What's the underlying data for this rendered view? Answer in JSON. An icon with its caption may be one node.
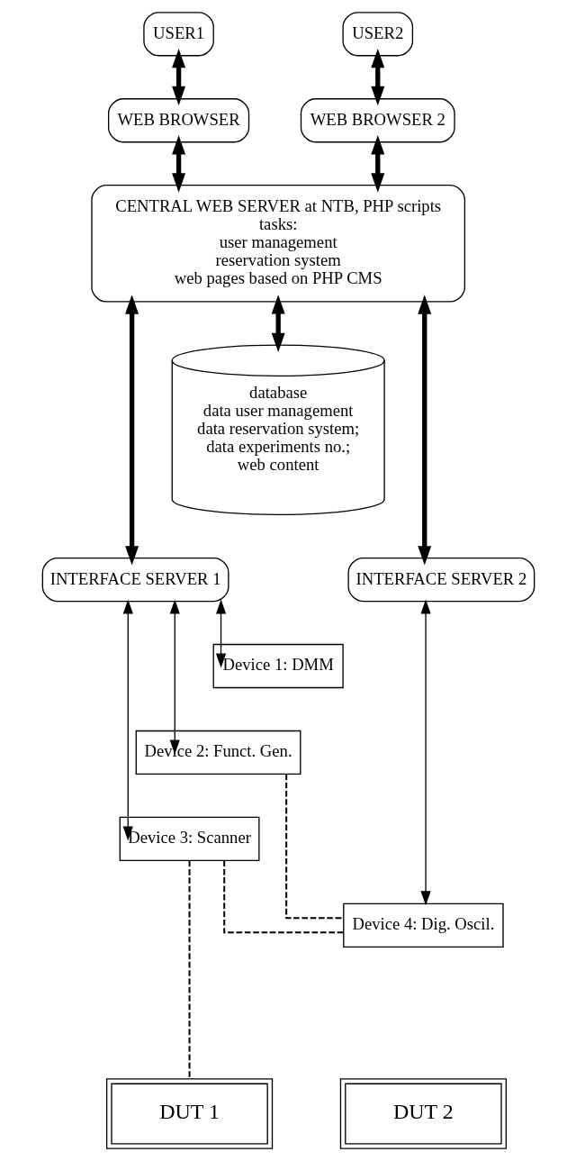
{
  "diagram": {
    "nodes": [
      {
        "text": [
          "USER1"
        ]
      },
      {
        "text": [
          "USER2"
        ]
      },
      {
        "text": [
          "WEB BROWSER"
        ]
      },
      {
        "text": [
          "WEB BROWSER 2"
        ]
      },
      {
        "text": [
          "CENTRAL WEB SERVER at NTB, PHP scripts",
          "tasks:",
          "user management",
          "reservation system",
          "web pages based on PHP CMS"
        ]
      },
      {
        "text": [
          "database",
          "data user management",
          "data reservation system;",
          "data experiments no.;",
          "web content"
        ]
      },
      {
        "text": [
          "INTERFACE SERVER 1"
        ]
      },
      {
        "text": [
          "INTERFACE SERVER 2"
        ]
      },
      {
        "text": [
          "Device 1: DMM"
        ]
      },
      {
        "text": [
          "Device 2: Funct. Gen."
        ]
      },
      {
        "text": [
          "Device 3: Scanner"
        ]
      },
      {
        "text": [
          "Device 4: Dig. Oscil."
        ]
      },
      {
        "text": [
          "DUT 1"
        ]
      },
      {
        "text": [
          "DUT 2"
        ]
      }
    ],
    "edges": [
      {
        "from": 0,
        "to": 2,
        "arrow": "both",
        "style": "thick"
      },
      {
        "from": 1,
        "to": 3,
        "arrow": "both",
        "style": "thick"
      },
      {
        "from": 2,
        "to": 4,
        "arrow": "both",
        "style": "thick"
      },
      {
        "from": 3,
        "to": 4,
        "arrow": "both",
        "style": "thick"
      },
      {
        "from": 4,
        "to": 5,
        "arrow": "both",
        "style": "thick"
      },
      {
        "from": 4,
        "to": 6,
        "arrow": "both",
        "style": "thick"
      },
      {
        "from": 4,
        "to": 7,
        "arrow": "both",
        "style": "thick"
      },
      {
        "from": 6,
        "to": 8,
        "arrow": "both"
      },
      {
        "from": 6,
        "to": 9,
        "arrow": "both"
      },
      {
        "from": 6,
        "to": 10,
        "arrow": "both"
      },
      {
        "from": 7,
        "to": 11,
        "arrow": "both"
      },
      {
        "from": 9,
        "to": 11,
        "arrow": "none",
        "style": "dashed"
      },
      {
        "from": 10,
        "to": 11,
        "arrow": "none",
        "style": "dashed"
      },
      {
        "from": 10,
        "to": 12,
        "arrow": "none",
        "style": "dashed"
      }
    ]
  }
}
